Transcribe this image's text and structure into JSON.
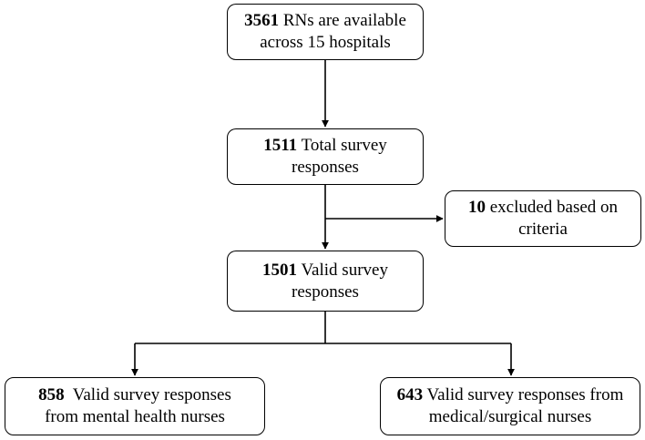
{
  "nodes": {
    "available": {
      "number": "3561",
      "line1": " RNs are available",
      "line2": "across 15 hospitals"
    },
    "total": {
      "number": "1511",
      "line1": " Total survey",
      "line2": "responses"
    },
    "excluded": {
      "number": "10",
      "line1": " excluded based on",
      "line2": "criteria"
    },
    "valid": {
      "number": "1501",
      "line1": " Valid survey",
      "line2": "responses"
    },
    "mental": {
      "number": "858",
      "line1": "  Valid survey responses",
      "line2": "from mental health nurses"
    },
    "medical": {
      "number": "643",
      "line1": " Valid survey responses from",
      "line2": "medical/surgical nurses"
    }
  },
  "colors": {
    "stroke": "#000000",
    "background": "#ffffff"
  }
}
